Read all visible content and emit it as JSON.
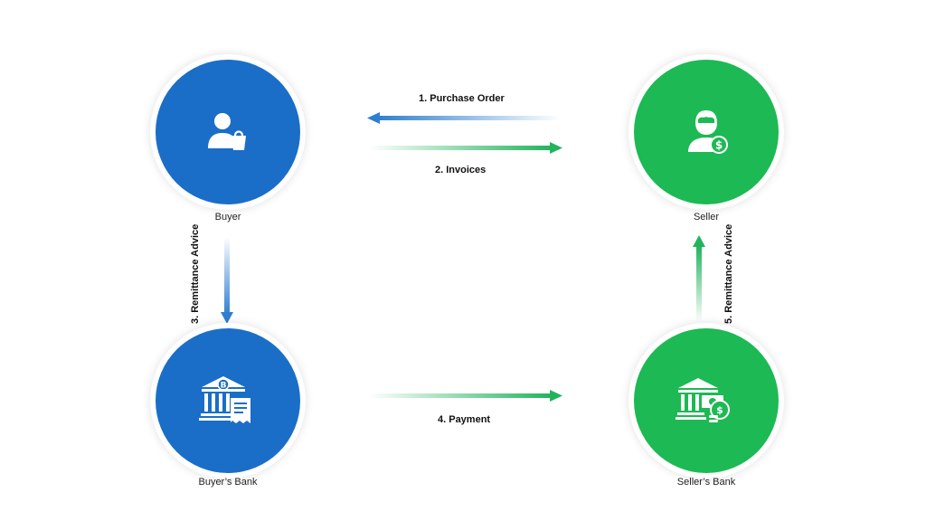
{
  "colors": {
    "blue": "#1a6ec8",
    "green": "#1db954",
    "blue_accent": "#2f7fd0",
    "green_accent": "#22b45c"
  },
  "nodes": {
    "buyer": {
      "label": "Buyer",
      "icon": "buyer-shopping-icon"
    },
    "seller": {
      "label": "Seller",
      "icon": "seller-dollar-icon"
    },
    "buyers_bank": {
      "label": "Buyer’s Bank",
      "icon": "bank-bitcoin-receipt-icon"
    },
    "sellers_bank": {
      "label": "Seller’s Bank",
      "icon": "bank-cash-coins-icon"
    }
  },
  "flows": {
    "purchase_order": "1. Purchase Order",
    "invoices": "2. Invoices",
    "remittance_advice_buyer": "3. Remittance Advice",
    "payment": "4. Payment",
    "remittance_advice_seller": "5. Remittance Advice"
  }
}
